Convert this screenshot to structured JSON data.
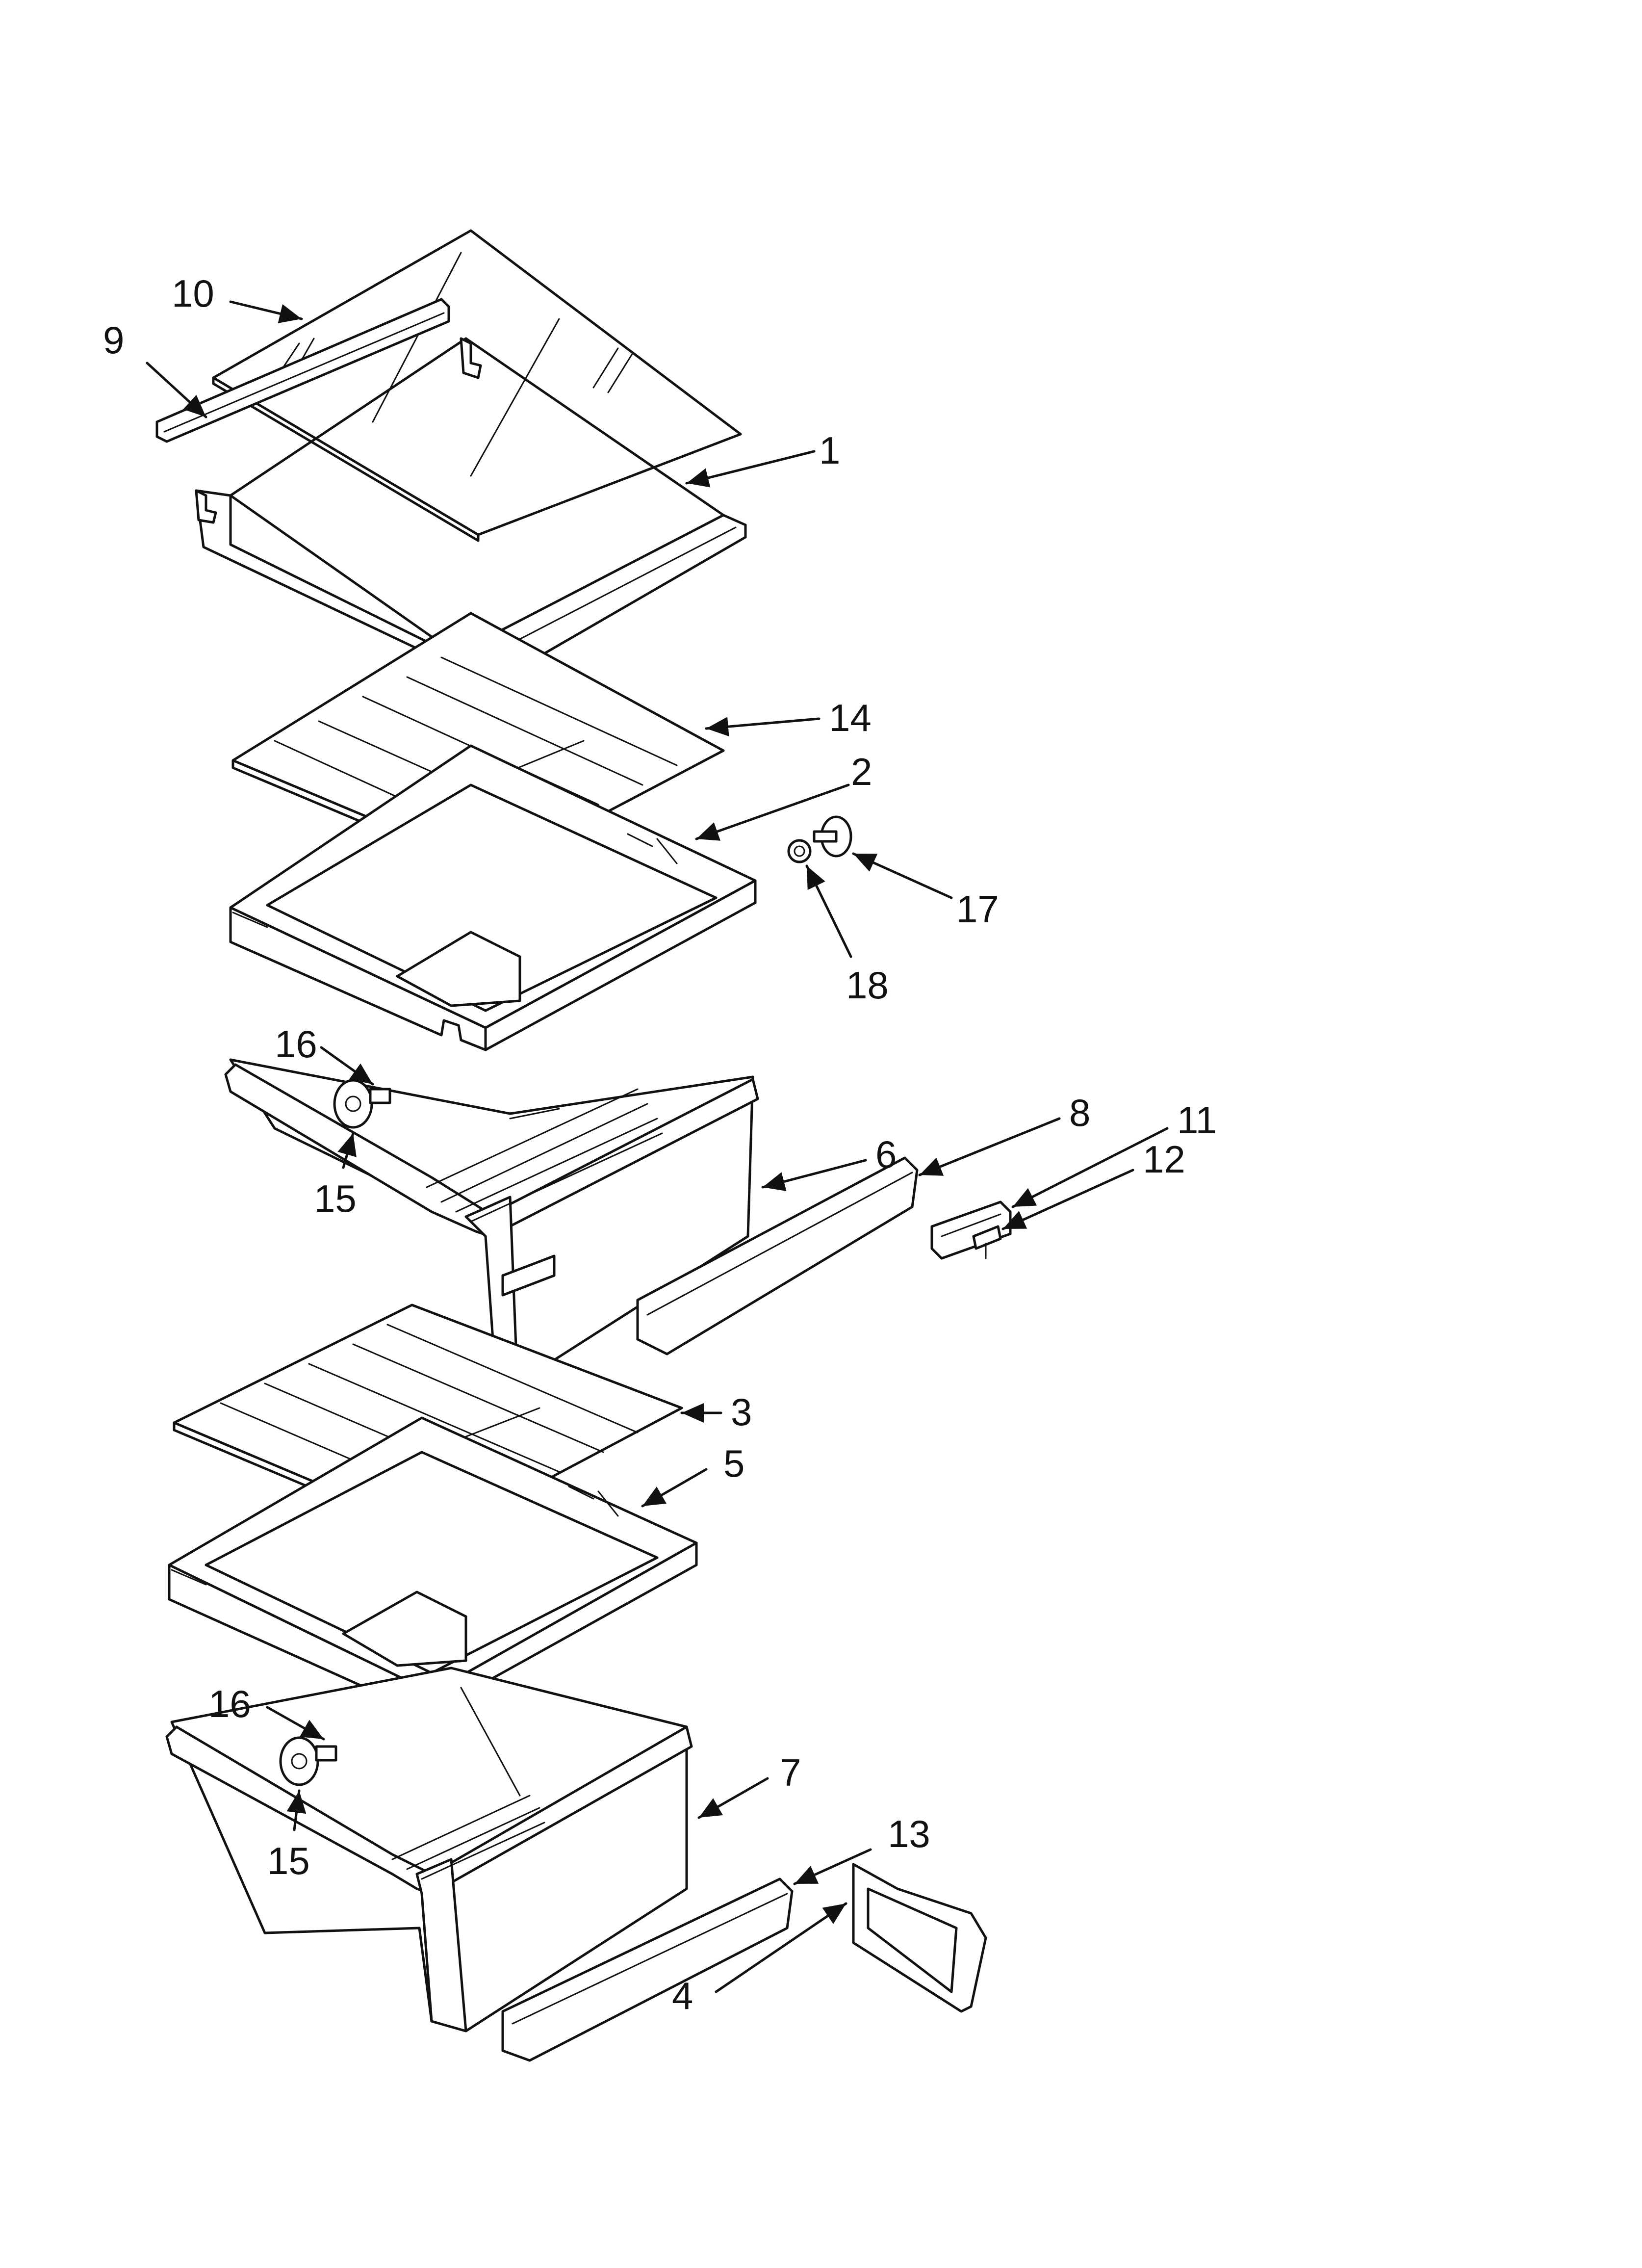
{
  "callouts": [
    "1",
    "2",
    "3",
    "4",
    "5",
    "6",
    "7",
    "8",
    "9",
    "10",
    "11",
    "12",
    "13",
    "14",
    "15",
    "16",
    "17",
    "18",
    "15",
    "16"
  ]
}
